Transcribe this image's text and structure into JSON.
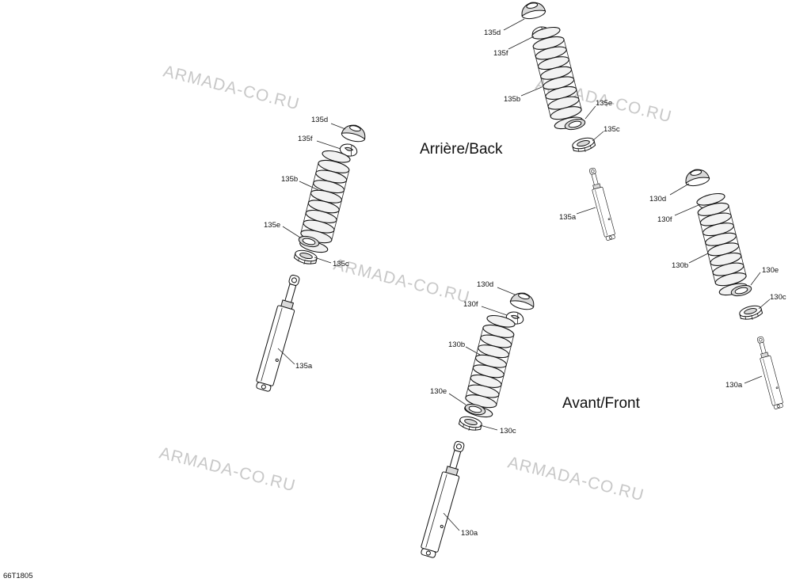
{
  "watermarks": [
    "ARMADA-CO.RU",
    "ARMADA-CO.RU",
    "ARMADA-CO.RU",
    "ARMADA-CO.RU",
    "ARMADA-CO.RU"
  ],
  "section_titles": {
    "back": "Arrière/Back",
    "front": "Avant/Front"
  },
  "diagram_code": "66T1805",
  "callouts": {
    "rl_135d": "135d",
    "rl_135f": "135f",
    "rl_135b": "135b",
    "rl_135e": "135e",
    "rl_135c": "135c",
    "rl_135a": "135a",
    "rr_135d": "135d",
    "rr_135f": "135f",
    "rr_135b": "135b",
    "rr_135e": "135e",
    "rr_135c": "135c",
    "rr_135a": "135a",
    "fl_130d": "130d",
    "fl_130f": "130f",
    "fl_130b": "130b",
    "fl_130e": "130e",
    "fl_130c": "130c",
    "fl_130a": "130a",
    "fr_130d": "130d",
    "fr_130f": "130f",
    "fr_130b": "130b",
    "fr_130e": "130e",
    "fr_130c": "130c",
    "fr_130a": "130a"
  }
}
